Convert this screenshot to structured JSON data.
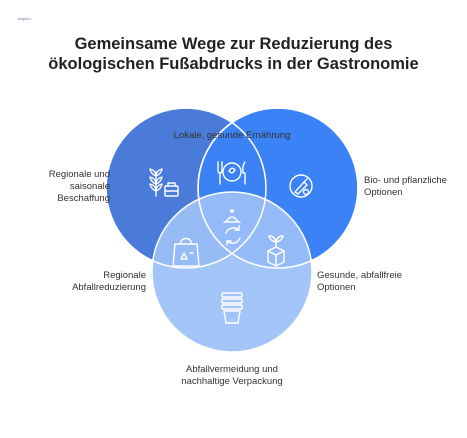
{
  "logo_text": "napkin",
  "title": {
    "line1": "Gemeinsame Wege zur Reduzierung des",
    "line2": "ökologischen Fußabdrucks in der Gastronomie"
  },
  "colors": {
    "circle_left": "#4a7bd9",
    "circle_right": "#3b82f6",
    "circle_bottom": "#9cc0f7",
    "outline": "#ffffff",
    "text": "#333333",
    "title": "#222222"
  },
  "labels": {
    "top": "Lokale, gesunde Ernährung",
    "left": {
      "line1": "Regionale und",
      "line2": "saisonale",
      "line3": "Beschaffung"
    },
    "right": {
      "line1": "Bio- und pflanzliche",
      "line2": "Optionen"
    },
    "left_lower": {
      "line1": "Regionale",
      "line2": "Abfallreduzierung"
    },
    "right_lower": {
      "line1": "Gesunde, abfallfreie",
      "line2": "Optionen"
    },
    "bottom": {
      "line1": "Abfallvermeidung und",
      "line2": "nachhaltige Verpackung"
    }
  },
  "icons": {
    "left_circle": "wheat-and-basket-icon",
    "right_circle": "vegetables-icon",
    "top_overlap": "plate-fork-knife-icon",
    "center": "recycle-dish-icon",
    "left_bottom_overlap": "recycle-bag-icon",
    "right_bottom_overlap": "plant-box-icon",
    "bottom_circle": "stacked-cups-icon"
  }
}
